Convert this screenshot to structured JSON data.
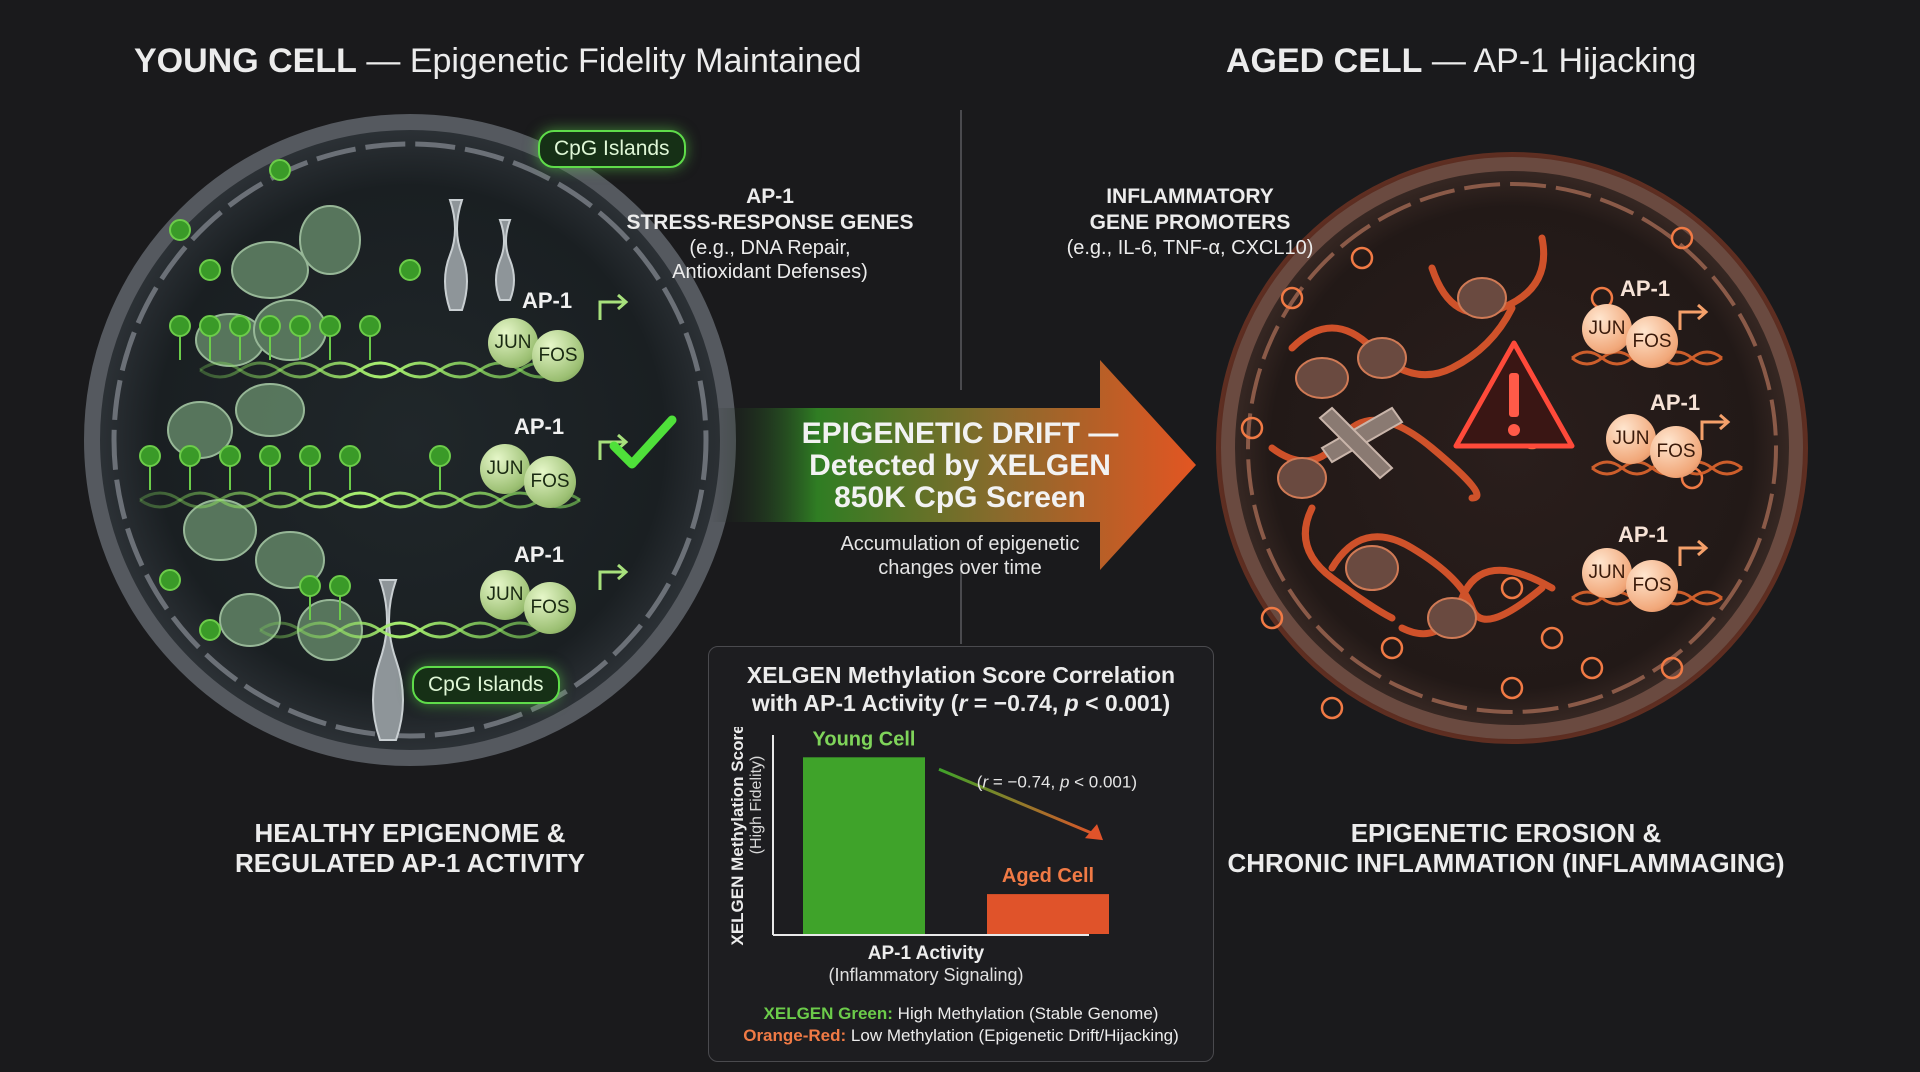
{
  "left": {
    "title_bold": "YOUNG CELL",
    "title_rest": "Epigenetic Fidelity Maintained",
    "pill_top": "CpG Islands",
    "pill_bottom": "CpG Islands",
    "genes_label_1": "AP-1",
    "genes_label_2": "STRESS-RESPONSE GENES",
    "genes_examples_1": "(e.g., DNA Repair,",
    "genes_examples_2": "Antioxidant Defenses)",
    "ap1": "AP-1",
    "jun": "JUN",
    "fos": "FOS",
    "caption_1": "HEALTHY EPIGENOME &",
    "caption_2": "REGULATED AP-1 ACTIVITY"
  },
  "right": {
    "title_bold": "AGED CELL",
    "title_rest": "AP-1 Hijacking",
    "promoters_1": "INFLAMMATORY",
    "promoters_2": "GENE PROMOTERS",
    "promoters_ex": "(e.g., IL-6, TNF-α, CXCL10)",
    "ap1": "AP-1",
    "jun": "JUN",
    "fos": "FOS",
    "caption_1": "EPIGENETIC EROSION &",
    "caption_2": "CHRONIC INFLAMMATION (INFLAMMAGING)"
  },
  "dash": "—",
  "drift": {
    "line1": "EPIGENETIC DRIFT —",
    "line2": "Detected by XELGEN",
    "line3": "850K CpG Screen",
    "sub1": "Accumulation of epigenetic",
    "sub2": "changes over time"
  },
  "chart": {
    "title_1": "XELGEN Methylation Score Correlation",
    "title_2a": "with AP-1 Activity (",
    "title_r": "r",
    "title_2b": " = −0.74, ",
    "title_p": "p",
    "title_2c": " < 0.001)",
    "annotation_a": "(",
    "annotation_r": "r",
    "annotation_b": " = −0.74, ",
    "annotation_p": "p",
    "annotation_c": " < 0.001)",
    "legend_green_key": "XELGEN Green:",
    "legend_green_text": " High Methylation (Stable Genome)",
    "legend_orange_key": "Orange-Red:",
    "legend_orange_text": " Low Methylation (Epigenetic Drift/Hijacking)",
    "colors": {
      "green": "#3fa32a",
      "orange": "#e0532a"
    }
  },
  "chart_data": {
    "type": "bar",
    "categories": [
      "Young Cell",
      "Aged Cell"
    ],
    "values": [
      0.93,
      0.21
    ],
    "ylim": [
      0,
      1
    ],
    "xlabel": "AP-1 Activity",
    "xlabel_sub": "(Inflammatory Signaling)",
    "ylabel": "XELGEN Methylation Score",
    "ylabel_sub": "(High Fidelity)",
    "bar_colors": [
      "#3fa32a",
      "#e0532a"
    ],
    "label_colors": [
      "#7fd45a",
      "#f07a45"
    ]
  },
  "icons": {
    "check": "check-icon",
    "warning": "warning-icon",
    "arrow": "drift-arrow-icon"
  }
}
